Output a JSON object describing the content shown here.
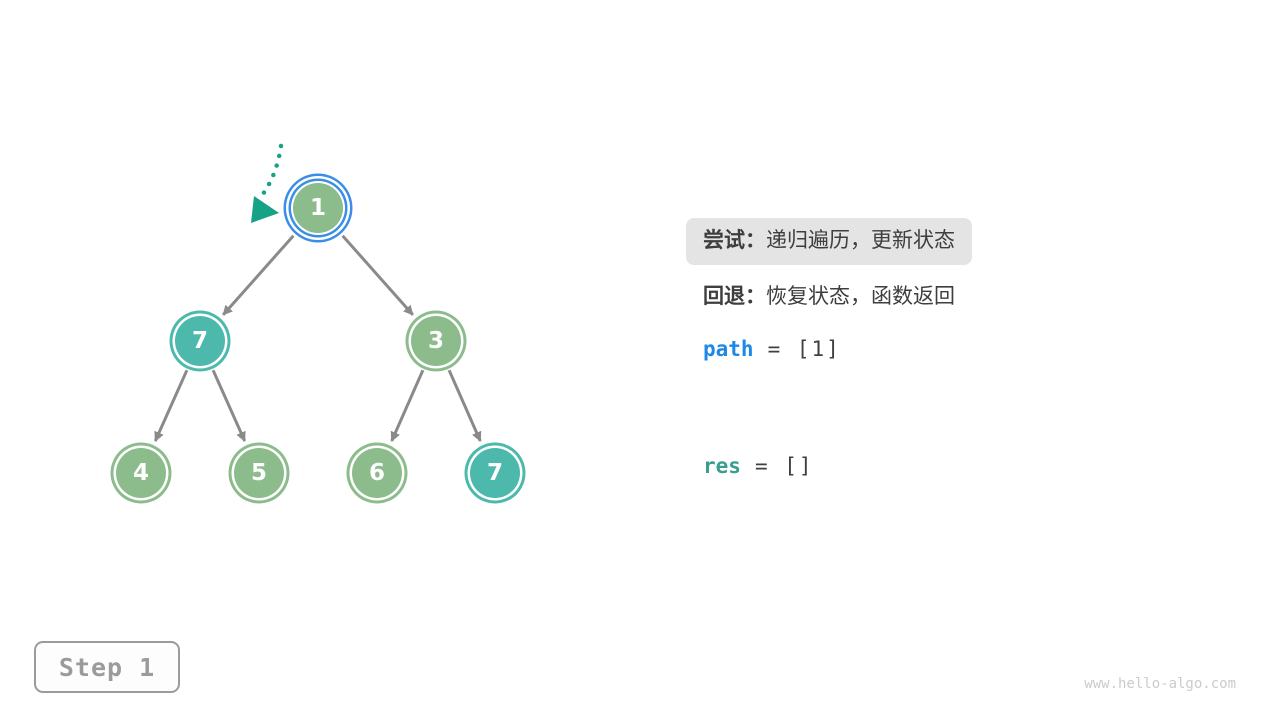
{
  "figure": {
    "tree": {
      "nodes": [
        {
          "value": "1",
          "color": "green",
          "current": true
        },
        {
          "value": "7",
          "color": "teal",
          "current": false
        },
        {
          "value": "3",
          "color": "green",
          "current": false
        },
        {
          "value": "4",
          "color": "green",
          "current": false
        },
        {
          "value": "5",
          "color": "green",
          "current": false
        },
        {
          "value": "6",
          "color": "green",
          "current": false
        },
        {
          "value": "7",
          "color": "teal",
          "current": false
        }
      ]
    },
    "panel": {
      "try_label": "尝试：",
      "try_text": "递归遍历，更新状态",
      "back_label": "回退：",
      "back_text": "恢复状态，函数返回",
      "path_var": "path",
      "path_value": "= [1]",
      "res_var": "res",
      "res_value": "= []"
    },
    "step_label": "Step 1",
    "watermark": "www.hello-algo.com",
    "colors": {
      "node_green": "#8cbc8c",
      "node_teal": "#4cb9ac",
      "current_ring_blue": "#3b8ee6",
      "pointer_arrow_teal": "#16a286",
      "edge_gray": "#8a8a8a",
      "path_blue": "#1e88e5",
      "res_teal": "#399e8e",
      "highlight_bg": "#e4e4e4"
    }
  }
}
